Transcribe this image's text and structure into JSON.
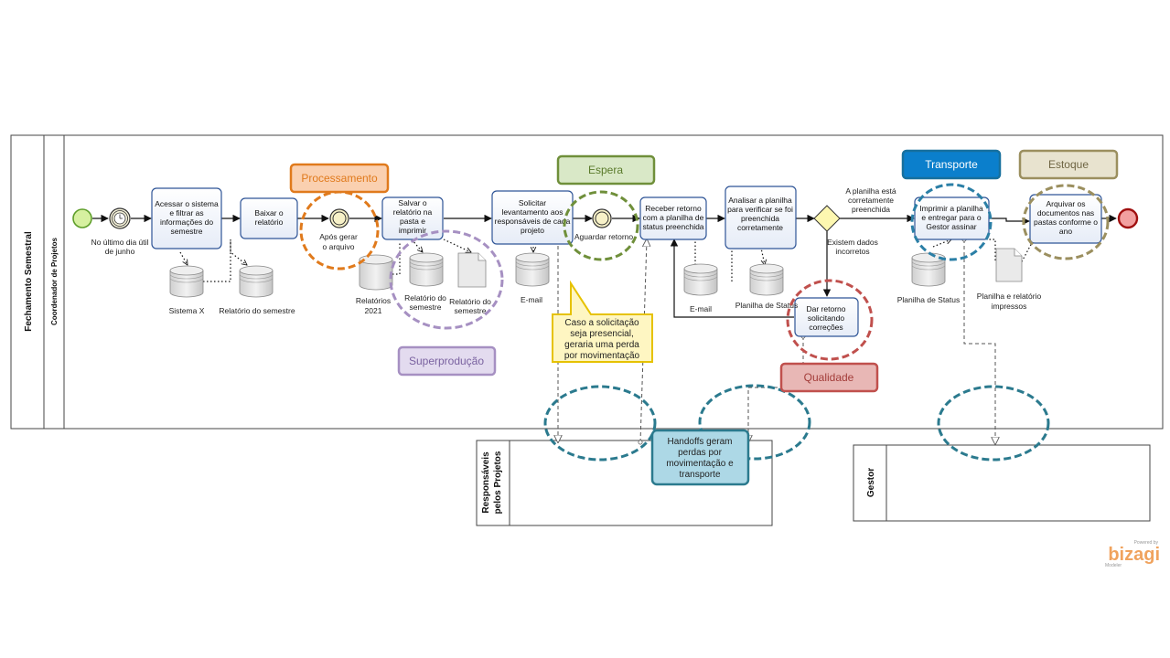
{
  "pools": {
    "main": {
      "title": "Fechamento Semestral",
      "lane": "Coordenador de Projetos"
    },
    "responsaveis": {
      "title": "Responsáveis pelos Projetos"
    },
    "gestor": {
      "title": "Gestor"
    }
  },
  "events": {
    "start_label": "",
    "timer_label": "No último dia útil de junho",
    "after_file_label": "Após gerar o arquivo",
    "wait_label": "Aguardar retorno"
  },
  "tasks": {
    "t1": "Acessar o sistema e filtrar as informações do semestre",
    "t2": "Baixar o relatório",
    "t3": "Salvar o relatório na pasta e imprimir",
    "t4": "Solicitar levantamento aos responsáveis de cada projeto",
    "t5": "Receber retorno com a planilha de status preenchida",
    "t6": "Analisar a planilha para verificar se foi preenchida corretamente",
    "t7": "Imprimir a planilha e entregar para o Gestor assinar",
    "t8": "Arquivar os documentos nas pastas conforme o ano",
    "t9": "Dar retorno solicitando correções"
  },
  "gateway": {
    "yes_label": "A planilha está corretamente preenchida",
    "no_label": "Existem dados incorretos"
  },
  "artifacts": {
    "sistema_x": "Sistema X",
    "relatorio_semestre_1": "Relatório do semestre",
    "relatorios_2021": "Relatórios 2021",
    "relatorio_semestre_2": "Relatório do semestre",
    "relatorio_semestre_3": "Relatório do semestre",
    "email_1": "E-mail",
    "email_2": "E-mail",
    "planilha_status_1": "Planilha de Status",
    "planilha_status_2": "Planilha de Status",
    "planilha_relatorio": "Planilha e relatório impressos"
  },
  "wastes": {
    "processamento": {
      "label": "Processamento",
      "color": "#e07a1c",
      "fill": "#fad0b0"
    },
    "espera": {
      "label": "Espera",
      "color": "#6f8f3a",
      "fill": "#d9e8c7"
    },
    "superproducao": {
      "label": "Superprodução",
      "color": "#a690c2",
      "fill": "#e3dbef"
    },
    "transporte": {
      "label": "Transporte",
      "color": "#17709e",
      "fill": "#0b7fcc"
    },
    "estoque": {
      "label": "Estoque",
      "color": "#9b8f5f",
      "fill": "#e8e3cf"
    },
    "qualidade": {
      "label": "Qualidade",
      "color": "#c0504d",
      "fill": "#e8b7b5"
    }
  },
  "notes": {
    "presencial": "Caso a solicitação seja presencial, geraria uma perda por movimentação",
    "handoffs": "Handoffs geram perdas por movimentação e transporte"
  },
  "branding": {
    "powered": "Powered by",
    "name": "bizagi",
    "product": "Modeler"
  }
}
